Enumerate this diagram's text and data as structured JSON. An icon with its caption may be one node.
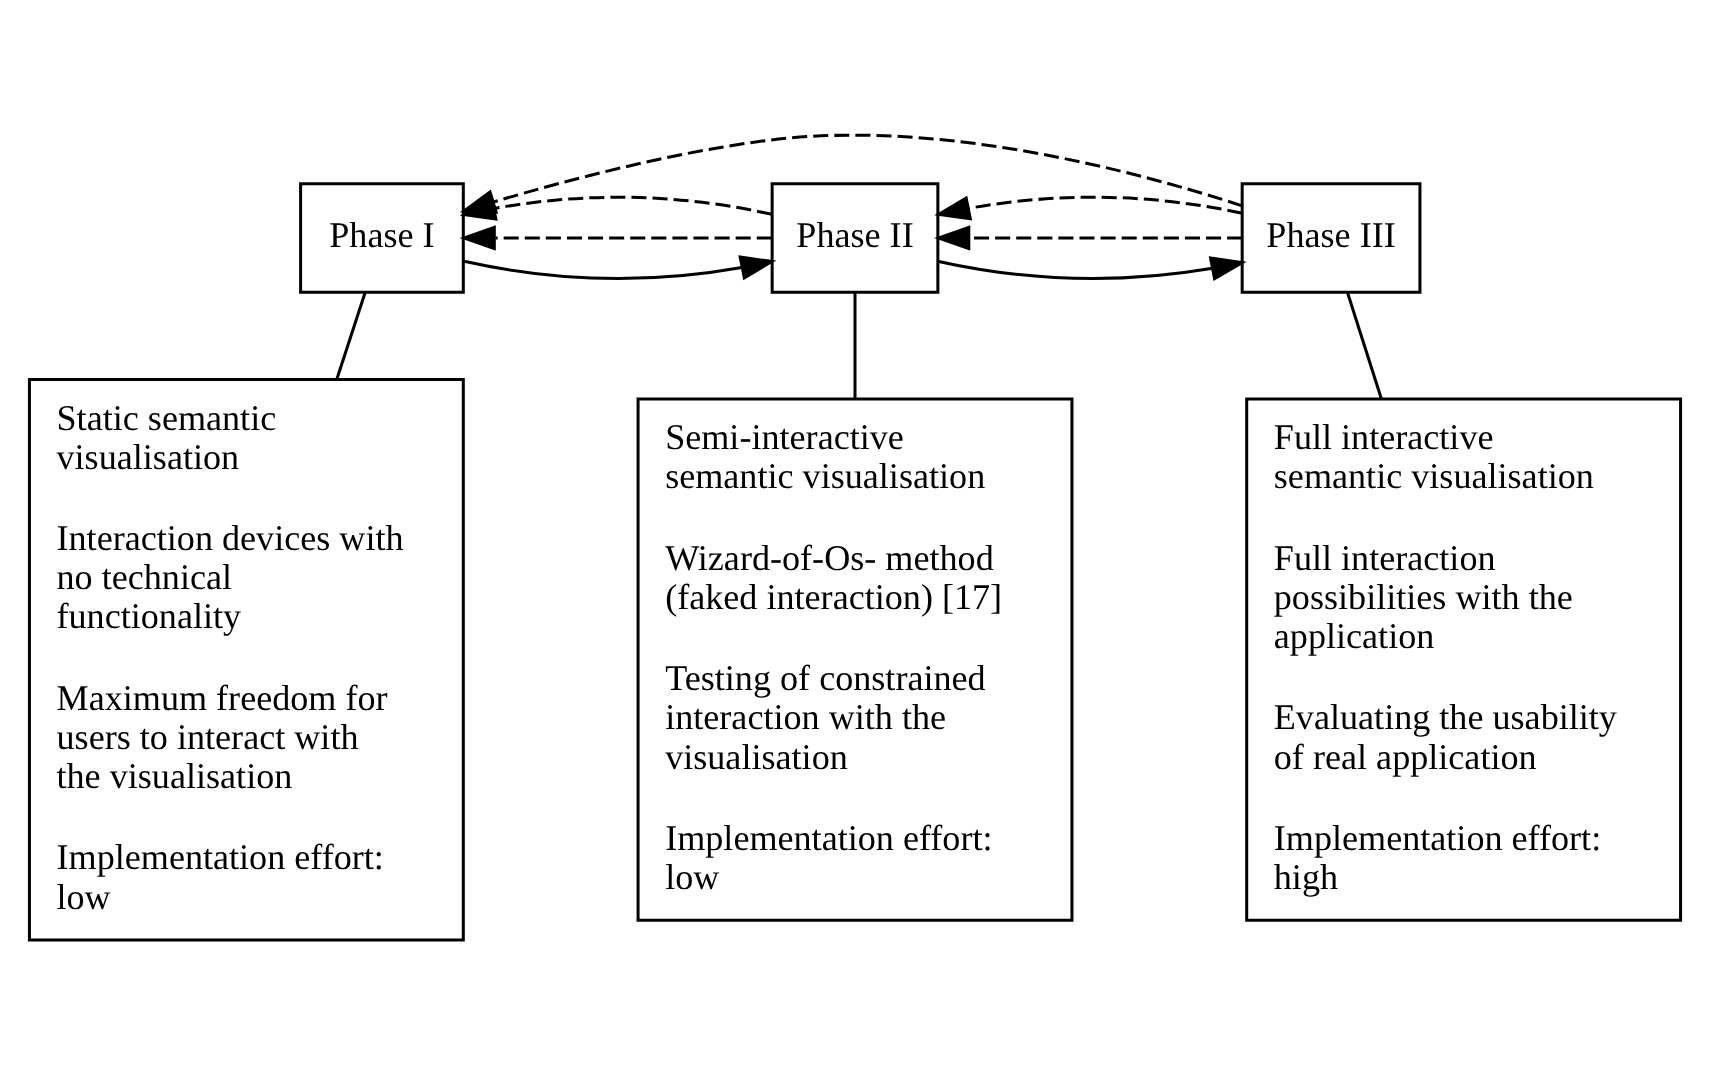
{
  "diagram": {
    "nodes": [
      {
        "text": [
          "Phase I"
        ]
      },
      {
        "text": [
          "Phase II"
        ]
      },
      {
        "text": [
          "Phase III"
        ]
      },
      {
        "text": [
          "Static semantic visualisation",
          "Interaction devices with no technical functionality",
          "Maximum freedom for users to interact with the visualisation",
          "Implementation effort: low"
        ]
      },
      {
        "text": [
          "Semi-interactive semantic visualisation",
          "Wizard-of-Os- method (faked interaction) [17]",
          "Testing of constrained interaction with the visualisation",
          "Implementation effort: low"
        ]
      },
      {
        "text": [
          "Full interactive semantic visualisation",
          "Full interaction possibilities with the application",
          "Evaluating the usability of real application",
          "Implementation effort: high"
        ]
      }
    ],
    "edges": [
      {
        "from": 0,
        "to": 1,
        "arrow": "to"
      },
      {
        "from": 1,
        "to": 2,
        "arrow": "to"
      },
      {
        "from": 1,
        "to": 0,
        "arrow": "to",
        "style": "dashed"
      },
      {
        "from": 2,
        "to": 1,
        "arrow": "to",
        "style": "dashed"
      },
      {
        "from": 1,
        "to": 0,
        "arrow": "to",
        "style": "dashed"
      },
      {
        "from": 2,
        "to": 1,
        "arrow": "to",
        "style": "dashed"
      },
      {
        "from": 2,
        "to": 0,
        "arrow": "to",
        "style": "dashed"
      },
      {
        "from": 0,
        "to": 3,
        "arrow": "none"
      },
      {
        "from": 1,
        "to": 4,
        "arrow": "none"
      },
      {
        "from": 2,
        "to": 5,
        "arrow": "none"
      }
    ]
  }
}
